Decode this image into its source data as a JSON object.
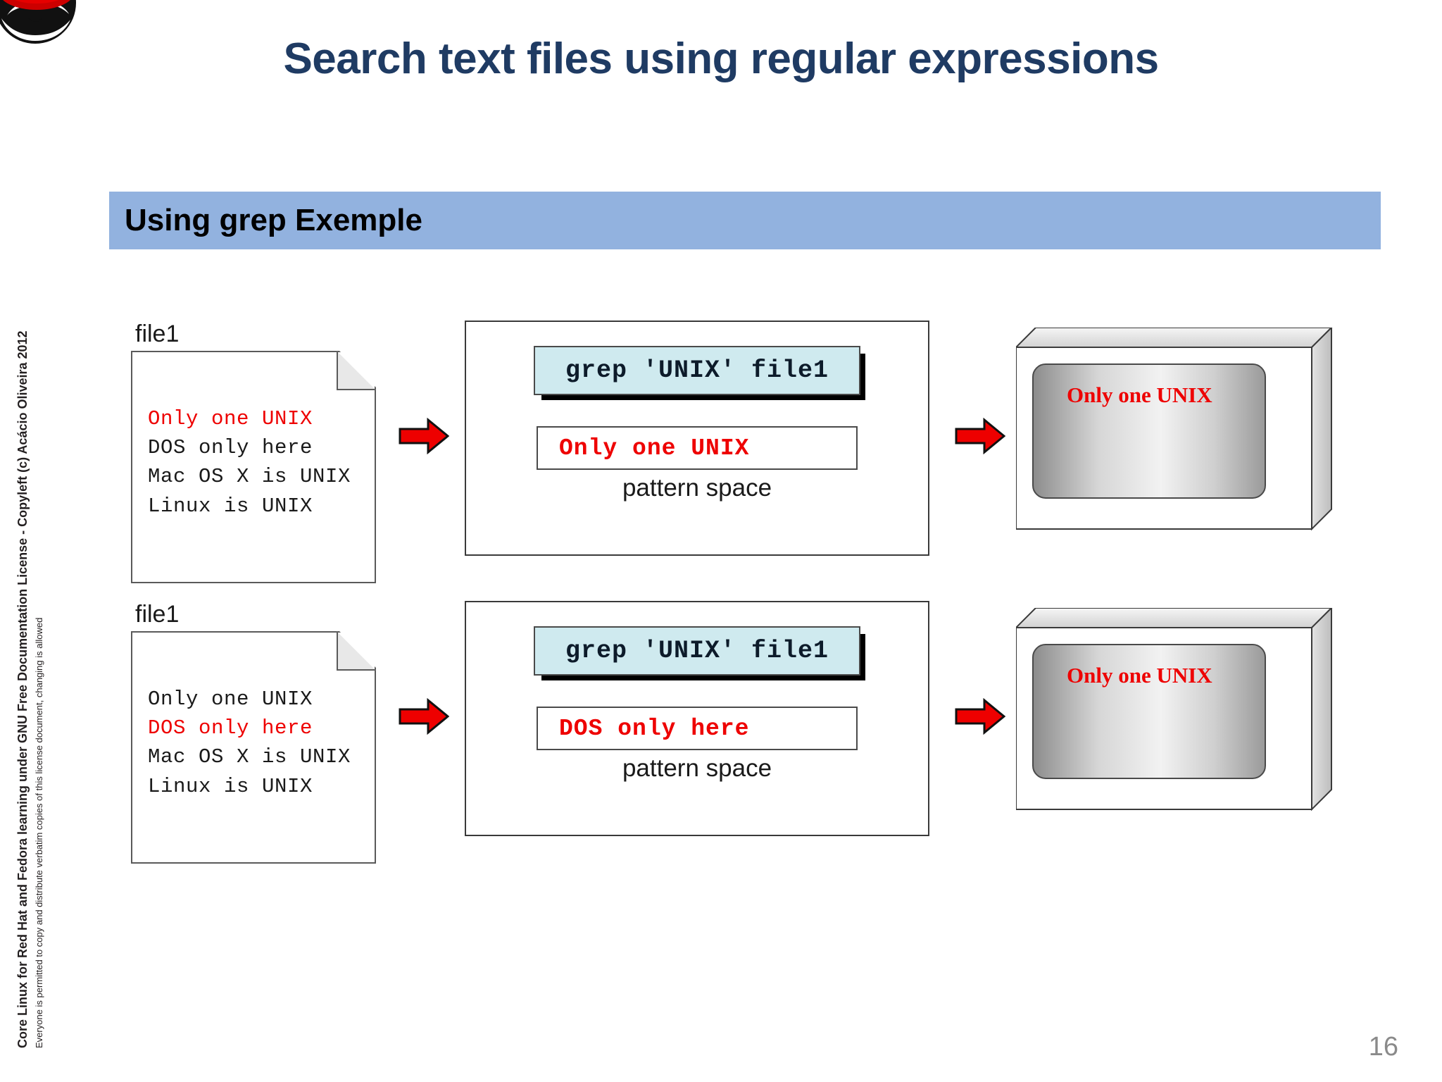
{
  "slide": {
    "title": "Search text files using regular expressions",
    "page_number": "16",
    "title_color": "#1F3B63",
    "accent_bar_color": "#92B2DF",
    "highlight_color": "#ee0000",
    "command_box_color": "#cfeaef"
  },
  "logo": {
    "name": "red-hat-logo"
  },
  "section": {
    "heading": "Using grep Exemple"
  },
  "sidebar": {
    "line1": "Core Linux for Red Hat and Fedora learning under GNU Free Documentation License  -  Copyleft (c) Acácio Oliveira 2012",
    "line2": "Everyone is permitted to copy and distribute verbatim copies of this license document, changing is allowed"
  },
  "rows": [
    {
      "doc": {
        "label": "file1",
        "lines": [
          {
            "text": "Only one UNIX",
            "highlight": true
          },
          {
            "text": "DOS only here",
            "highlight": false
          },
          {
            "text": "Mac OS X is UNIX",
            "highlight": false
          },
          {
            "text": "Linux is UNIX",
            "highlight": false
          }
        ]
      },
      "panel": {
        "command": "grep 'UNIX' file1",
        "pattern_space_value": "Only one UNIX",
        "pattern_space_label": "pattern space"
      },
      "monitor": {
        "screen_text": "Only one UNIX"
      },
      "arrow_left": "arrow-right-icon",
      "arrow_right": "arrow-right-icon"
    },
    {
      "doc": {
        "label": "file1",
        "lines": [
          {
            "text": "Only one UNIX",
            "highlight": false
          },
          {
            "text": "DOS only here",
            "highlight": true
          },
          {
            "text": "Mac OS X is UNIX",
            "highlight": false
          },
          {
            "text": "Linux is UNIX",
            "highlight": false
          }
        ]
      },
      "panel": {
        "command": "grep 'UNIX' file1",
        "pattern_space_value": "DOS only here",
        "pattern_space_label": "pattern space"
      },
      "monitor": {
        "screen_text": "Only one UNIX"
      },
      "arrow_left": "arrow-right-icon",
      "arrow_right": "arrow-right-icon"
    }
  ]
}
